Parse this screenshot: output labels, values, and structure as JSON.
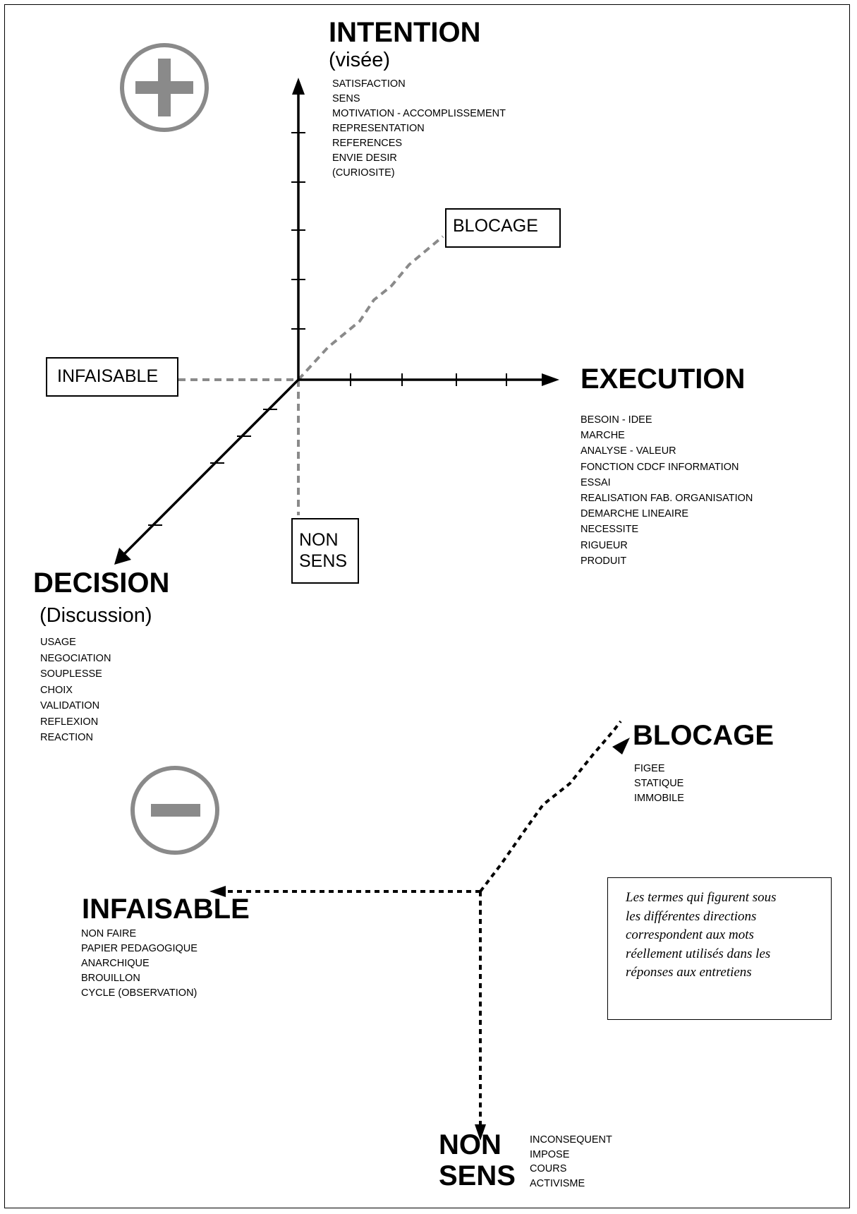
{
  "intention": {
    "title": "INTENTION",
    "subtitle": "(visée)",
    "terms": [
      "SATISFACTION",
      "SENS",
      "MOTIVATION - ACCOMPLISSEMENT",
      "REPRESENTATION",
      "REFERENCES",
      "ENVIE DESIR",
      "(CURIOSITE)"
    ]
  },
  "execution": {
    "title": "EXECUTION",
    "terms": [
      "BESOIN - IDEE",
      "MARCHE",
      "ANALYSE - VALEUR",
      "FONCTION CDCF INFORMATION",
      "ESSAI",
      "REALISATION FAB. ORGANISATION",
      "DEMARCHE  LINEAIRE",
      "NECESSITE",
      "RIGUEUR",
      "PRODUIT"
    ]
  },
  "decision": {
    "title": "DECISION",
    "subtitle": "(Discussion)",
    "terms": [
      "USAGE",
      "NEGOCIATION",
      "SOUPLESSE",
      "CHOIX",
      "VALIDATION",
      "REFLEXION",
      "REACTION"
    ]
  },
  "upper_boxes": {
    "blocage": "BLOCAGE",
    "infaisable": "INFAISABLE",
    "non_sens_line1": "NON",
    "non_sens_line2": "SENS"
  },
  "blocage": {
    "title": "BLOCAGE",
    "terms": [
      "FIGEE",
      "STATIQUE",
      "IMMOBILE"
    ]
  },
  "infaisable": {
    "title": "INFAISABLE",
    "terms": [
      "NON FAIRE",
      "PAPIER PEDAGOGIQUE",
      "ANARCHIQUE",
      "BROUILLON",
      "CYCLE (OBSERVATION)"
    ]
  },
  "non_sens": {
    "title_line1": "NON",
    "title_line2": "SENS",
    "terms": [
      "INCONSEQUENT",
      "IMPOSE",
      "COURS",
      "ACTIVISME"
    ]
  },
  "note": {
    "lines": [
      "Les termes qui figurent sous",
      "les différentes directions",
      "correspondent aux mots",
      "réellement utilisés dans les",
      "réponses aux entretiens"
    ]
  },
  "colors": {
    "axis": "#000000",
    "dashed_gray": "#8a8a8a",
    "sign_circle": "#8a8a8a"
  },
  "icons": {
    "plus_sign": "plus-circle-icon",
    "minus_sign": "minus-circle-icon"
  }
}
